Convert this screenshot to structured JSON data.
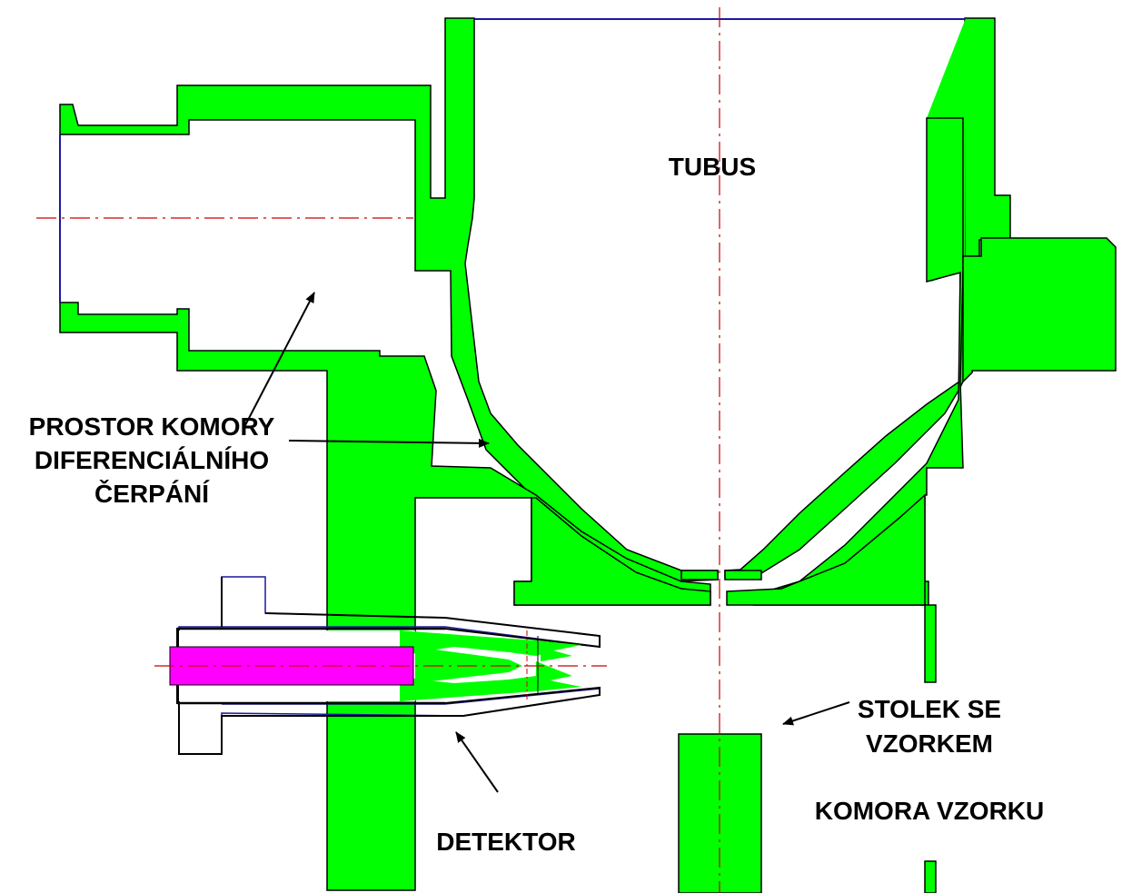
{
  "labels": {
    "tubus": "TUBUS",
    "differential_chamber": [
      "PROSTOR KOMORY",
      "DIFERENCIÁLNÍHO",
      "ČERPÁNÍ"
    ],
    "specimen_stage": [
      "STOLEK SE",
      "VZORKEM"
    ],
    "specimen_chamber": "KOMORA VZORKU",
    "detector": "DETEKTOR"
  },
  "colors": {
    "material": "#00ff00",
    "outline": "#000000",
    "edge": "#1a1a99",
    "axis": "#cc0000",
    "scintillator": "#ff00ff",
    "background": "#ffffff"
  }
}
